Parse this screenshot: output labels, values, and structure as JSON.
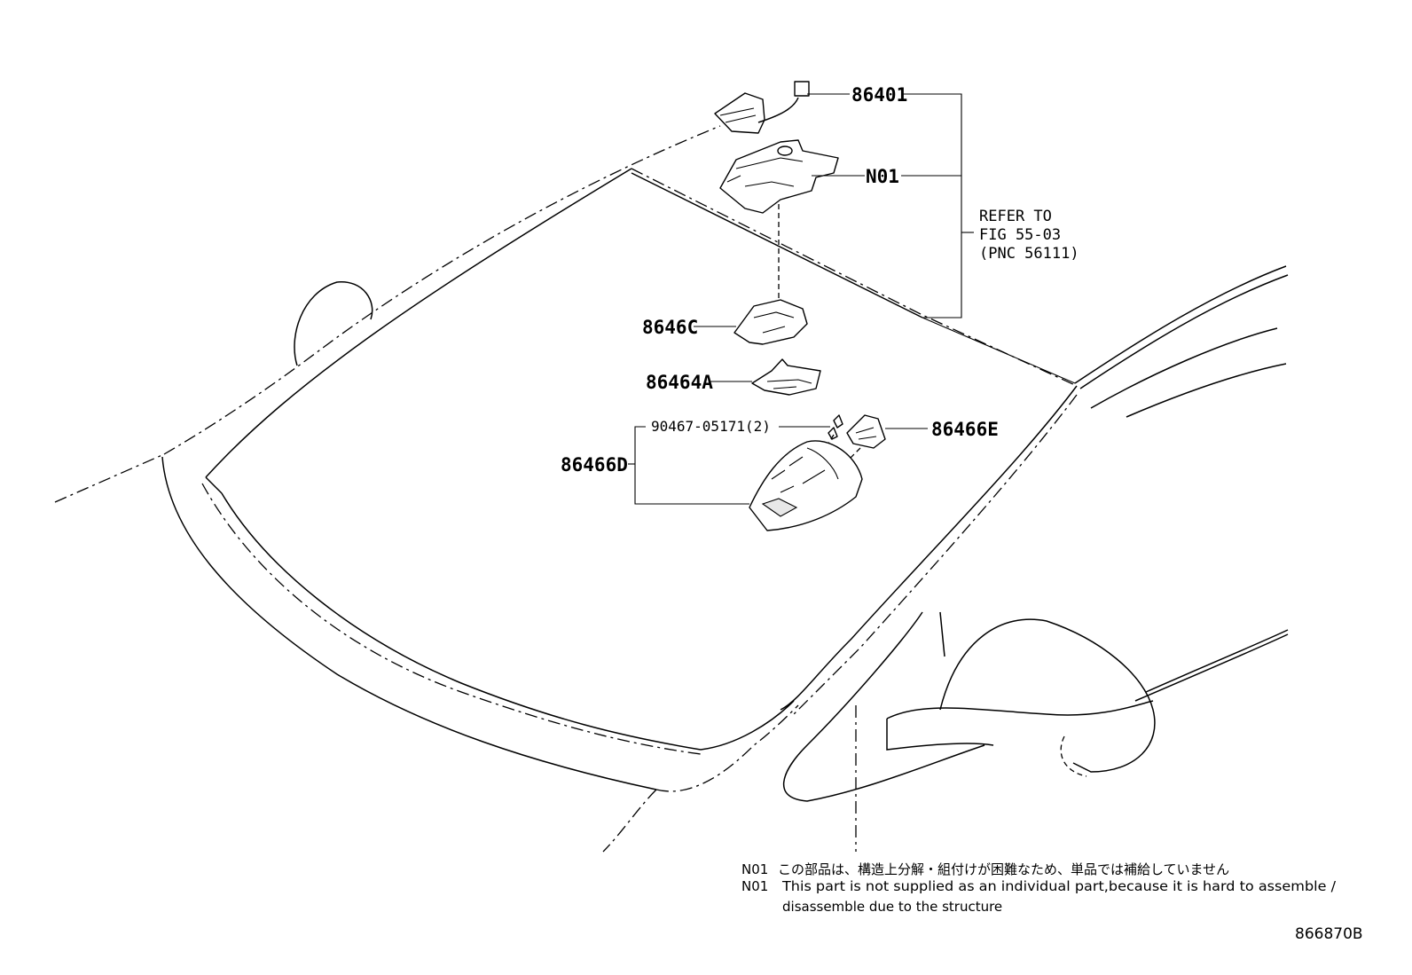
{
  "callouts": {
    "p86401": "86401",
    "n01": "N01",
    "p8646c": "8646C",
    "p86464a": "86464A",
    "p90467": "90467-05171(2)",
    "p86466e": "86466E",
    "p86466d": "86466D"
  },
  "refer": {
    "line1": "REFER TO",
    "line2": "FIG 55-03",
    "line3": "(PNC 56111)"
  },
  "notes": {
    "jp_code": "N01",
    "jp_text": "この部品は、構造上分解・組付けが困難なため、単品では補給していません",
    "en_code": "N01",
    "en_text1": "This part is not supplied as an individual part,because it is hard to assemble /",
    "en_text2": "disassemble due to the structure"
  },
  "figure_id": "866870B"
}
